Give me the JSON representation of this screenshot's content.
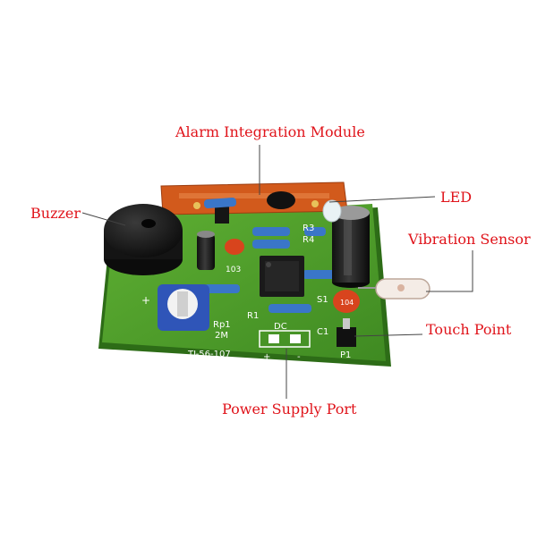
{
  "labels": {
    "alarm_module": "Alarm Integration Module",
    "buzzer": "Buzzer",
    "led": "LED",
    "vibration_sensor": "Vibration Sensor",
    "touch_point": "Touch Point",
    "power_port": "Power Supply Port"
  },
  "board_text": {
    "r3": "R3",
    "r4": "R4",
    "s1": "S1",
    "r1": "R1",
    "c1": "C1",
    "p1": "P1",
    "dc": "DC",
    "rp1": "Rp1",
    "rp1_value": "2M",
    "cap_code": "103",
    "cap2_code": "104",
    "model": "TJ-56-107",
    "plus": "+",
    "minus": "-"
  },
  "colors": {
    "label_red": "#e0141b",
    "pcb_green": "#4e9a2a",
    "module_orange": "#d25a1c",
    "buzzer_black": "#1b1b1b",
    "pot_blue": "#2f55b8"
  }
}
